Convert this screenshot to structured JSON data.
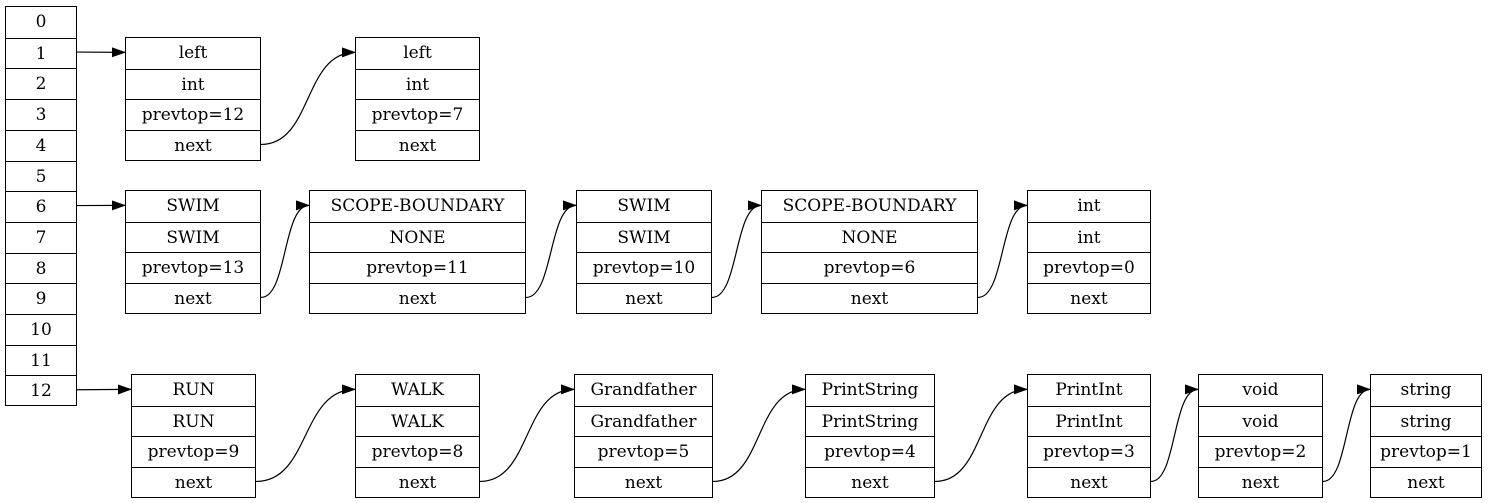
{
  "hash_table": {
    "slots": [
      "0",
      "1",
      "2",
      "3",
      "4",
      "5",
      "6",
      "7",
      "8",
      "9",
      "10",
      "11",
      "12"
    ]
  },
  "chains": [
    {
      "slot": "1",
      "nodes": [
        {
          "fields": [
            "left",
            "int",
            "prevtop=12",
            "next"
          ]
        },
        {
          "fields": [
            "left",
            "int",
            "prevtop=7",
            "next"
          ]
        }
      ]
    },
    {
      "slot": "6",
      "nodes": [
        {
          "fields": [
            "SWIM",
            "SWIM",
            "prevtop=13",
            "next"
          ]
        },
        {
          "fields": [
            "SCOPE-BOUNDARY",
            "NONE",
            "prevtop=11",
            "next"
          ]
        },
        {
          "fields": [
            "SWIM",
            "SWIM",
            "prevtop=10",
            "next"
          ]
        },
        {
          "fields": [
            "SCOPE-BOUNDARY",
            "NONE",
            "prevtop=6",
            "next"
          ]
        },
        {
          "fields": [
            "int",
            "int",
            "prevtop=0",
            "next"
          ]
        }
      ]
    },
    {
      "slot": "12",
      "nodes": [
        {
          "fields": [
            "RUN",
            "RUN",
            "prevtop=9",
            "next"
          ]
        },
        {
          "fields": [
            "WALK",
            "WALK",
            "prevtop=8",
            "next"
          ]
        },
        {
          "fields": [
            "Grandfather",
            "Grandfather",
            "prevtop=5",
            "next"
          ]
        },
        {
          "fields": [
            "PrintString",
            "PrintString",
            "prevtop=4",
            "next"
          ]
        },
        {
          "fields": [
            "PrintInt",
            "PrintInt",
            "prevtop=3",
            "next"
          ]
        },
        {
          "fields": [
            "void",
            "void",
            "prevtop=2",
            "next"
          ]
        },
        {
          "fields": [
            "string",
            "string",
            "prevtop=1",
            "next"
          ]
        }
      ]
    }
  ]
}
